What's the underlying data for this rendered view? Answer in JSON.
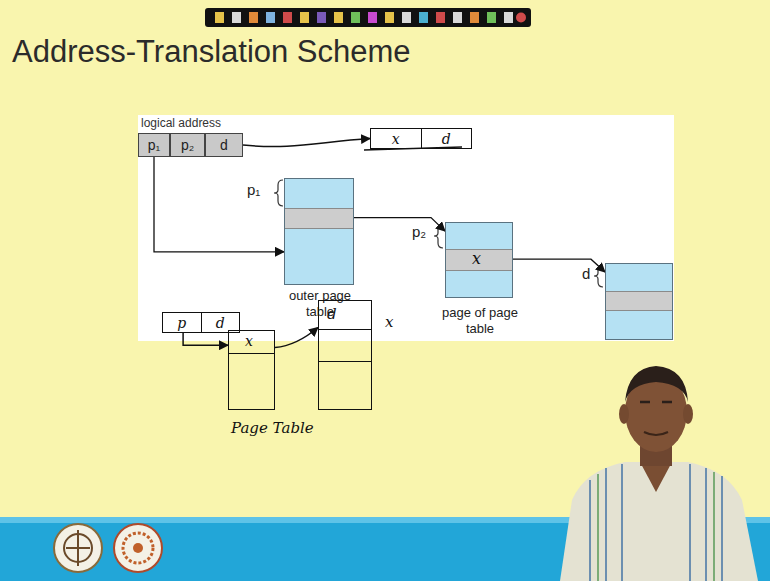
{
  "diagram": {
    "title": "Address-Translation Scheme",
    "nodes": [
      {
        "text": [
          "p₁"
        ]
      },
      {
        "text": [
          "p₂"
        ]
      },
      {
        "text": [
          "d"
        ]
      },
      {
        "text": [
          "p₁",
          "outer page table"
        ]
      },
      {
        "text": [
          "p₂",
          "x",
          "page of page table"
        ]
      },
      {
        "text": [
          "d"
        ]
      },
      {
        "text": [
          "x",
          "d"
        ]
      },
      {
        "text": [
          "p",
          "d"
        ]
      },
      {
        "text": [
          "x",
          "Page Table"
        ]
      },
      {
        "text": [
          "d",
          "x"
        ]
      }
    ],
    "edges": [
      {
        "from": 0,
        "to": 3,
        "arrow": "to"
      },
      {
        "from": 3,
        "to": 4,
        "arrow": "to"
      },
      {
        "from": 4,
        "to": 5,
        "arrow": "to"
      },
      {
        "from": 2,
        "to": 6,
        "arrow": "to"
      },
      {
        "from": 7,
        "to": 8,
        "arrow": "to"
      },
      {
        "from": 8,
        "to": 9,
        "arrow": "to"
      }
    ],
    "labels": [
      "logical address"
    ]
  }
}
